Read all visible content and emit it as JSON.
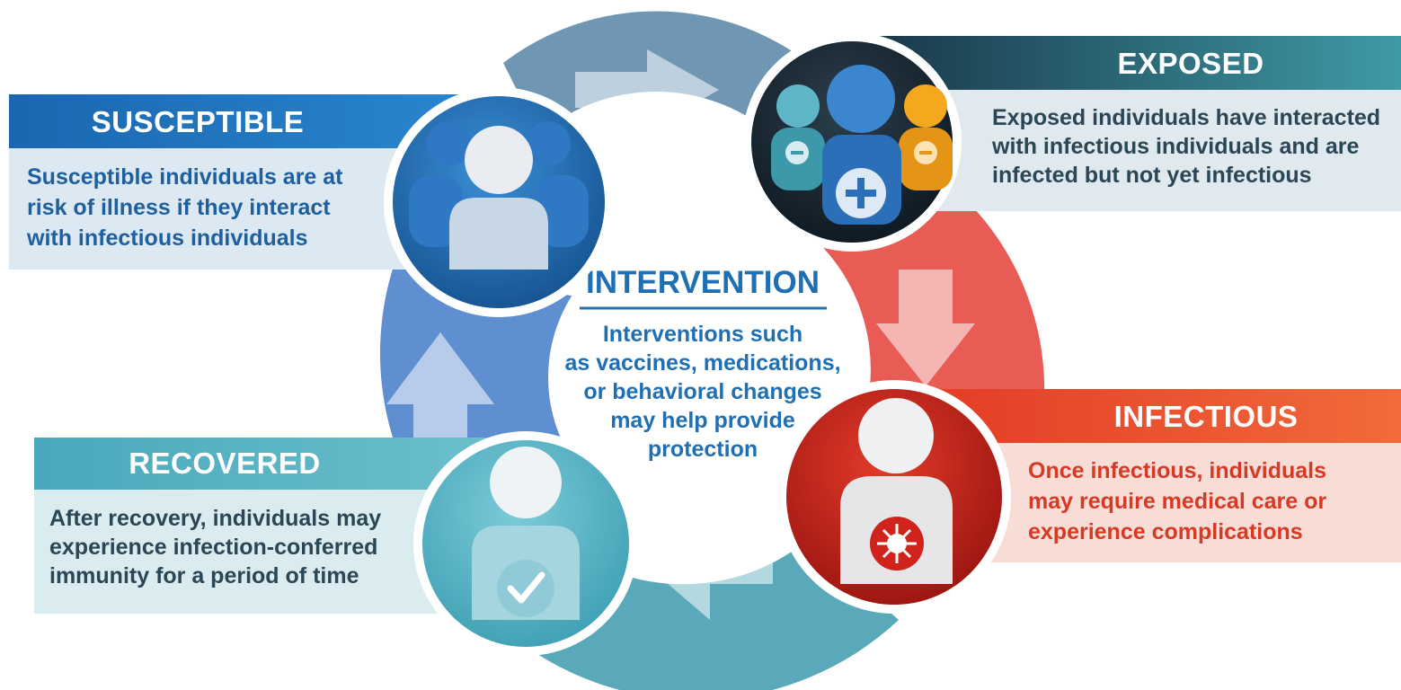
{
  "colors": {
    "susceptible": "#1f6fb5",
    "exposed": "#1f3f52",
    "infectious": "#e8412b",
    "recovered": "#4eaebf",
    "intervention": "#1f6fb5"
  },
  "stages": {
    "susceptible": {
      "title": "SUSCEPTIBLE",
      "lines": [
        "Susceptible individuals are at",
        "risk of illness if they interact",
        "with infectious individuals"
      ],
      "icon": "person-group-icon"
    },
    "exposed": {
      "title": "EXPOSED",
      "lines": [
        "Exposed individuals have interacted",
        "with infectious individuals and are",
        "infected but not yet infectious"
      ],
      "icon": "people-plus-minus-icon"
    },
    "infectious": {
      "title": "INFECTIOUS",
      "lines": [
        "Once infectious, individuals",
        "may require medical care or",
        "experience complications"
      ],
      "icon": "person-virus-icon"
    },
    "recovered": {
      "title": "RECOVERED",
      "lines": [
        "After recovery, individuals may",
        "experience infection-conferred",
        "immunity for a period of time"
      ],
      "icon": "person-check-icon"
    }
  },
  "intervention": {
    "title": "INTERVENTION",
    "lines": [
      "Interventions such",
      "as vaccines, medications,",
      "or behavioral changes",
      "may help provide",
      "protection"
    ]
  }
}
